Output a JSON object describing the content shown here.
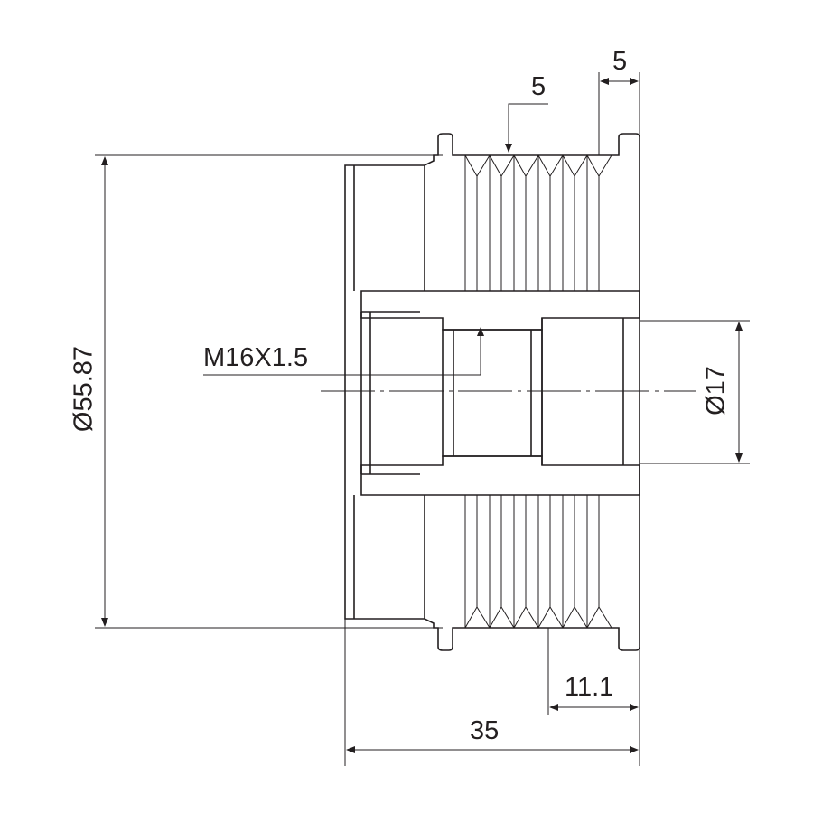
{
  "title": "Alternator overrunning pulley drawing",
  "dimensions": {
    "outer_diameter": "Ø55.87",
    "bore_diameter": "Ø17",
    "thread": "M16X1.5",
    "rib_pitch": "5",
    "flange_width": "5",
    "groove_offset": "11.1",
    "total_length": "35"
  },
  "colors": {
    "line": "#231f20"
  }
}
